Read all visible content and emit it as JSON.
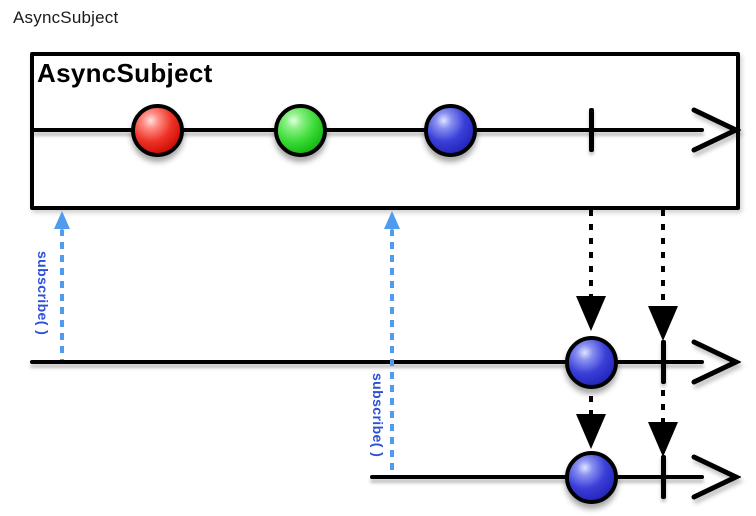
{
  "page": {
    "title": "AsyncSubject"
  },
  "box": {
    "title": "AsyncSubject"
  },
  "source_stream": {
    "description": "source timeline inside AsyncSubject box",
    "marbles": [
      {
        "color": "red"
      },
      {
        "color": "green"
      },
      {
        "color": "blue"
      }
    ],
    "completed": true
  },
  "subscribers": [
    {
      "subscribe_label": "subscribe( )",
      "received_marbles": [
        {
          "color": "blue"
        }
      ],
      "completed": true
    },
    {
      "subscribe_label": "subscribe( )",
      "received_marbles": [
        {
          "color": "blue"
        }
      ],
      "completed": true
    }
  ],
  "colors": {
    "subscribe_text": "#2b4fd7",
    "subscribe_dash": "#4f9cee",
    "marble_red": "#ee3326",
    "marble_green": "#3cdb38",
    "marble_blue": "#3a3fd8",
    "line": "#000000"
  }
}
